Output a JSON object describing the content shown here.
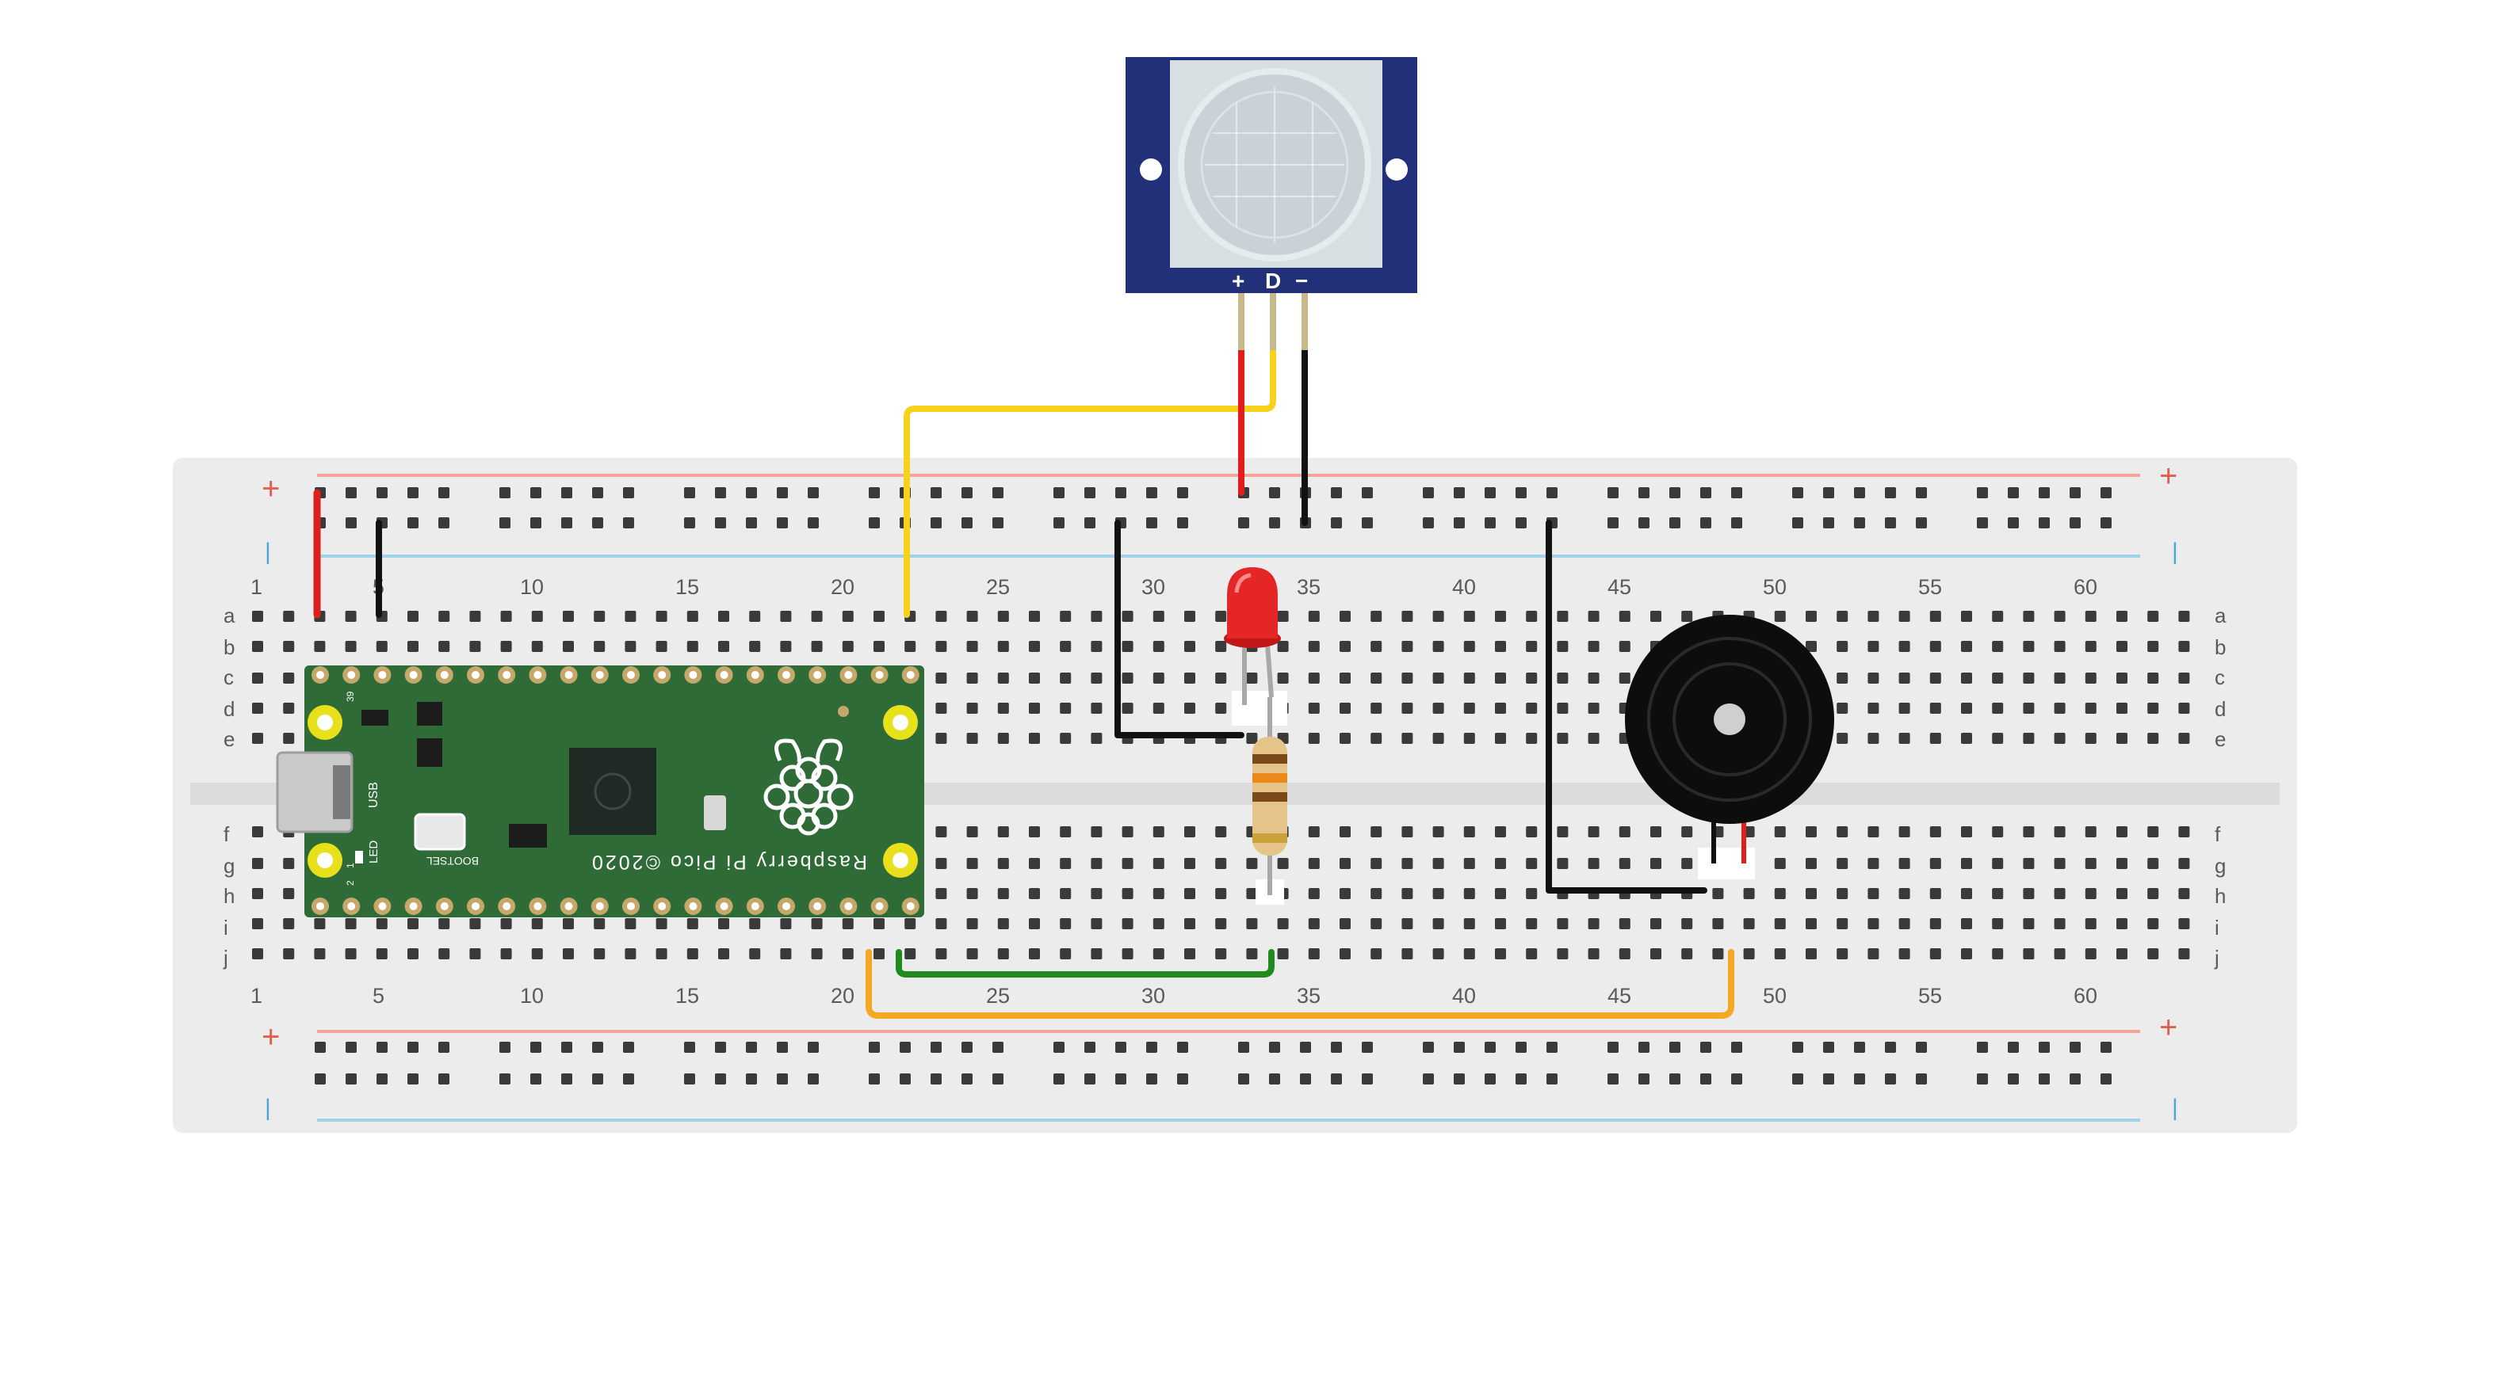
{
  "breadboard": {
    "rail_plus": "+",
    "rail_minus": "|",
    "row_letters_top": [
      "a",
      "b",
      "c",
      "d",
      "e"
    ],
    "row_letters_bottom": [
      "f",
      "g",
      "h",
      "i",
      "j"
    ],
    "column_numbers": [
      "1",
      "5",
      "10",
      "15",
      "20",
      "25",
      "30",
      "35",
      "40",
      "45",
      "50",
      "55",
      "60"
    ]
  },
  "pir_sensor": {
    "pins": [
      "+",
      "D",
      "−"
    ]
  },
  "pico": {
    "usb_label": "USB",
    "led_label": "LED",
    "bootsel_label": "BOOTSEL",
    "board_label": "Raspberry Pi Pico ©2020",
    "pin_numbers": [
      "39",
      "1",
      "2"
    ]
  },
  "components": [
    "pir-sensor",
    "raspberry-pi-pico",
    "red-led",
    "resistor",
    "piezo-buzzer"
  ],
  "colors": {
    "board_bg": "#ececec",
    "hole": "#3a3a3a",
    "rail_red": "#f2a49a",
    "rail_blue": "#9fd3ea",
    "wire_red": "#e01e1e",
    "wire_black": "#111111",
    "wire_yellow": "#f7d21b",
    "wire_green": "#1f8a1f",
    "wire_orange": "#f5a623",
    "pico_green": "#2e6b36",
    "pir_blue": "#22307a"
  }
}
